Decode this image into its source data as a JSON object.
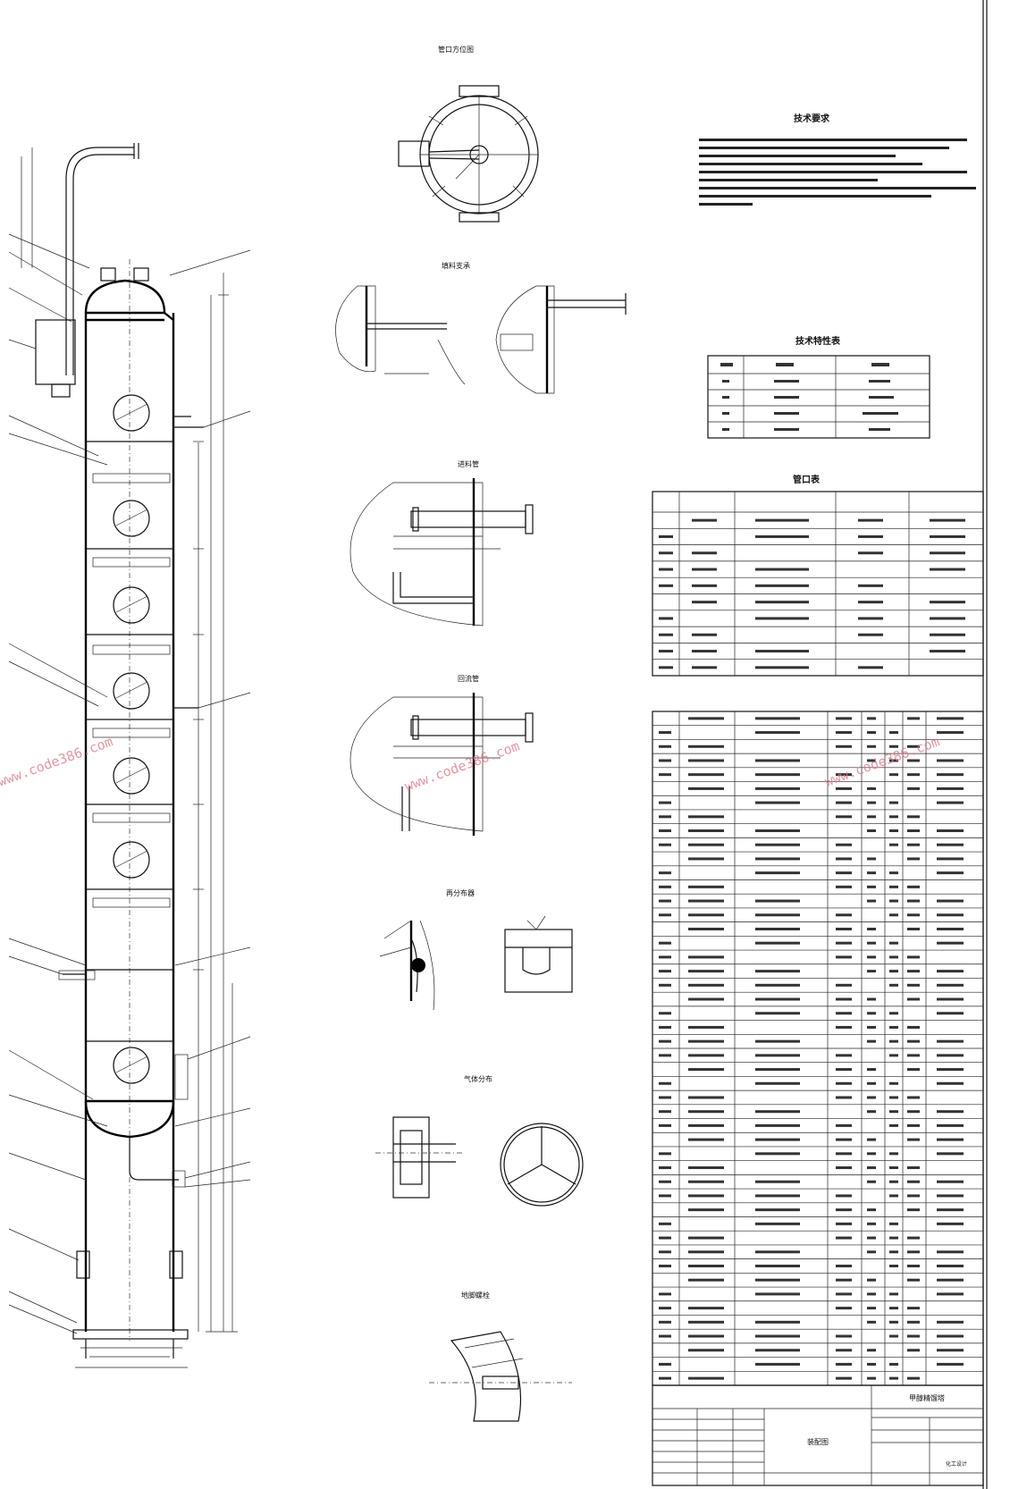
{
  "drawing": {
    "detail_titles": [
      "管口方位图",
      "填料支承",
      "进料管",
      "回流管",
      "再分布器",
      "气体分布",
      "地脚螺栓"
    ],
    "technical_requirements_title": "技术要求",
    "technical_specs_title": "技术特性表",
    "nozzle_table_title": "管口表",
    "watermark": "www.code386.com",
    "title_block": {
      "project_name": "甲醇精馏塔",
      "drawing_label": "装配图",
      "company": "化工设计"
    }
  }
}
